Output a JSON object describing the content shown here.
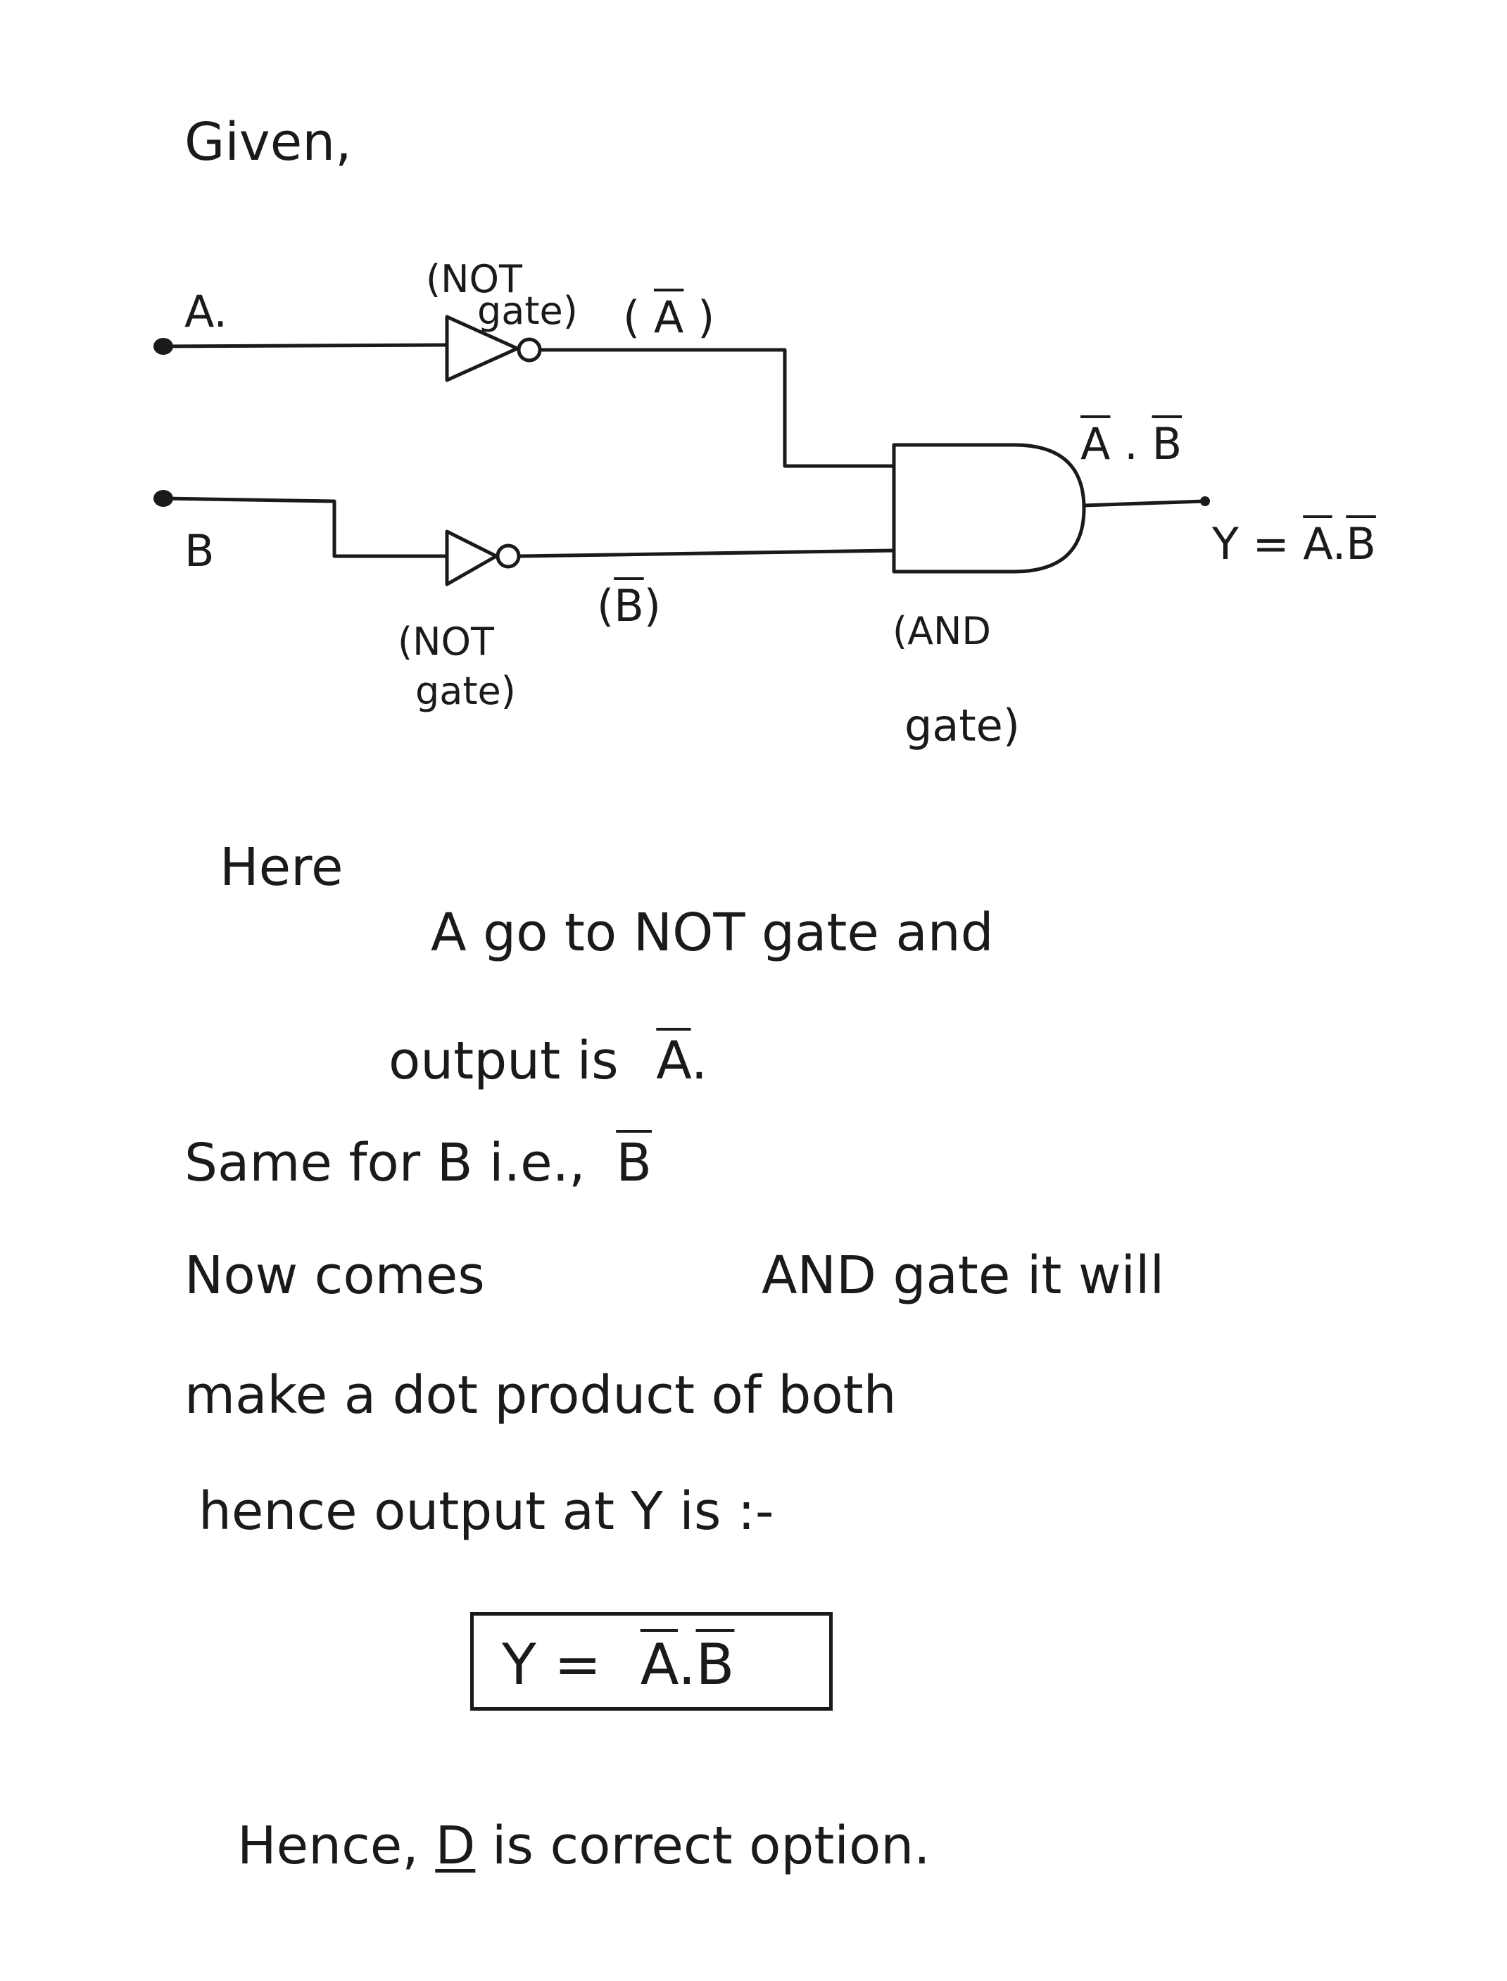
{
  "heading": "Given,",
  "circuit": {
    "input_a_label": "A.",
    "input_b_label": "B",
    "not_gate_top_label_1": "(NOT",
    "not_gate_top_label_2": "gate)",
    "not_a_output_label_open": "(",
    "not_a_output_label_var": "A",
    "not_a_output_label_close": ")",
    "not_b_output_label_open": "(",
    "not_b_output_label_var": "B",
    "not_b_output_label_close": ")",
    "not_gate_bottom_label_1": "(NOT",
    "not_gate_bottom_label_2": "gate)",
    "and_gate_label_1": "(AND",
    "and_gate_label_2": "gate)",
    "and_output_a": "A",
    "and_output_dot": ".",
    "and_output_b": "B",
    "y_prefix": "Y =",
    "y_a": "A",
    "y_dot": ".",
    "y_b": "B"
  },
  "explanation": {
    "here": "Here",
    "line1": "A go to NOT gate and",
    "line2_prefix": "output is",
    "line2_var": "A",
    "line2_suffix": ".",
    "line3_prefix": "Same for B i.e.,",
    "line3_var": "B",
    "line4_left": "Now comes",
    "line4_right": "AND gate it will",
    "line5": "make a dot product of both",
    "line6": "hence output at Y is :-"
  },
  "answer": {
    "prefix": "Y =",
    "a": "A",
    "dot": ".",
    "b": "B"
  },
  "conclusion": {
    "prefix": "Hence,",
    "option": "D",
    "suffix": "is correct option."
  }
}
